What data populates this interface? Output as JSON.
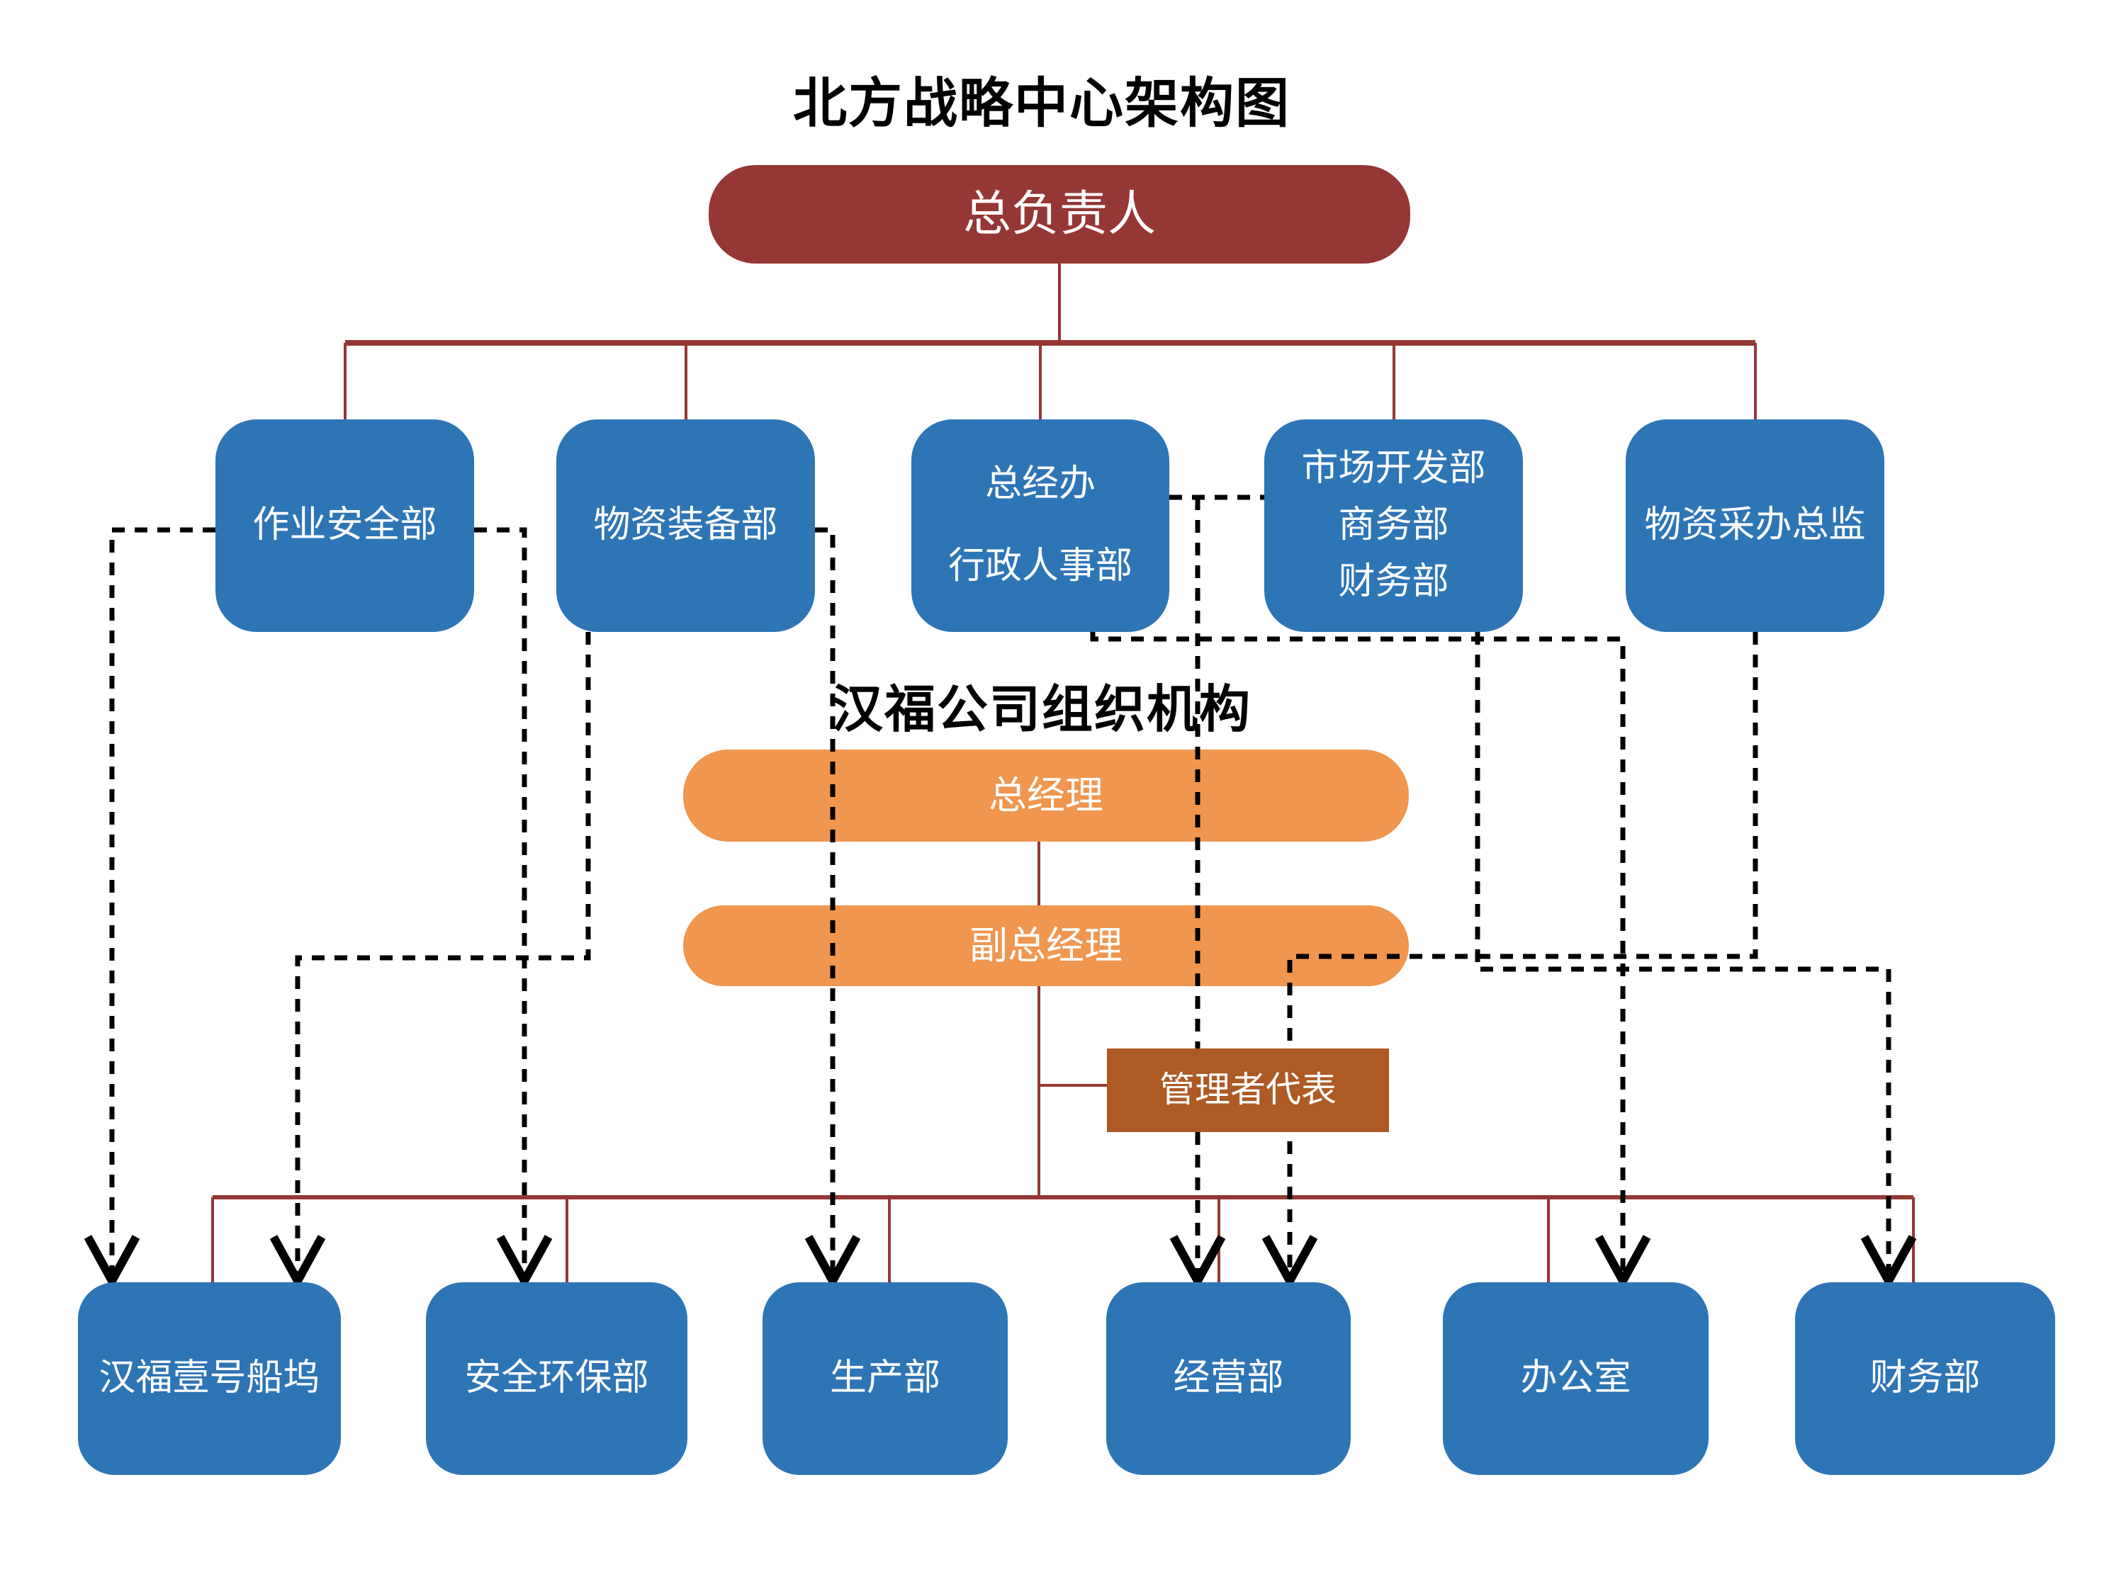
{
  "title_top": "北方战略中心架构图",
  "title_middle": "汉福公司组织机构",
  "colors": {
    "root_dark_red": "#953735",
    "department_blue": "#2E75B6",
    "manager_orange": "#F0964F",
    "rep_brown": "#AE5A24",
    "solid_line_red": "#953735",
    "dashed_line_black": "#000000",
    "background": "#ffffff",
    "node_text": "#ffffff",
    "title_text": "#000000"
  },
  "root": {
    "label": "总负责人"
  },
  "row2": [
    {
      "label": "作业安全部"
    },
    {
      "label": "物资装备部"
    },
    {
      "lines": [
        "总经办",
        "行政人事部"
      ]
    },
    {
      "lines": [
        "市场开发部",
        "商务部",
        "财务部"
      ]
    },
    {
      "label": "物资采办总监"
    }
  ],
  "middle": {
    "general_manager": "总经理",
    "deputy_general_manager": "副总经理",
    "management_rep": "管理者代表"
  },
  "bottom": [
    "汉福壹号船坞",
    "安全环保部",
    "生产部",
    "经营部",
    "办公室",
    "财务部"
  ]
}
